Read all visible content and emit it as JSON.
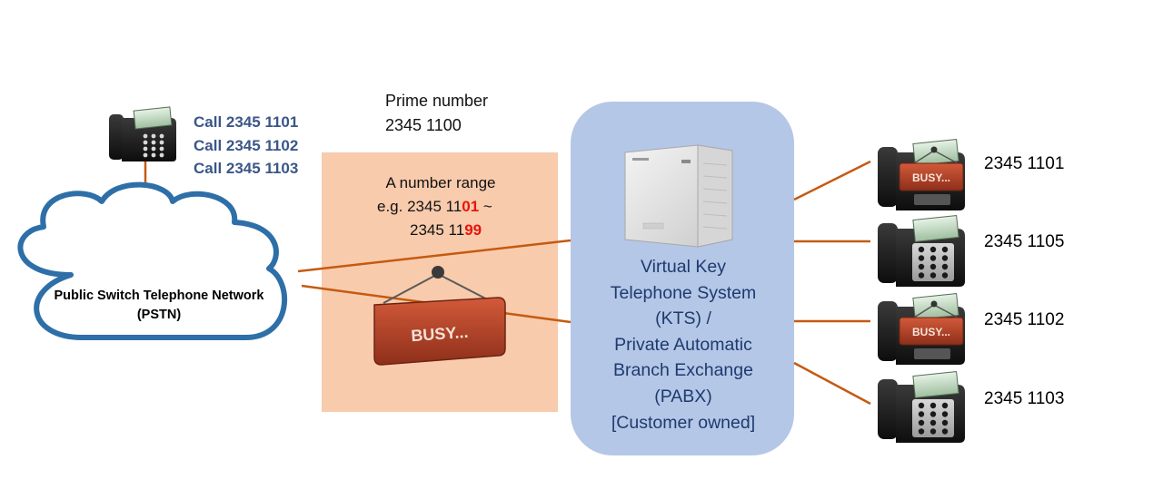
{
  "colors": {
    "call_text": "#3b5687",
    "red_digits": "#e8150c",
    "kts_text": "#1f3a6d",
    "range_box": "#f8cbad",
    "kts_box": "#b4c7e7",
    "line": "#c55a11",
    "cloud_border": "#2e6fa8",
    "busy_sign": "#b8452a"
  },
  "caller": {
    "calls": [
      "Call 2345 1101",
      "Call 2345 1102",
      "Call 2345 1103"
    ]
  },
  "prime": {
    "label": "Prime number",
    "number": "2345 1100"
  },
  "range": {
    "line1": "A number range",
    "line2_prefix": "e.g. 2345 11",
    "line2_red": "01",
    "line2_suffix": " ~",
    "line3_prefix": "2345 11",
    "line3_red": "99",
    "busy_sign_text": "BUSY..."
  },
  "pstn": {
    "line1": "Public Switch Telephone Network",
    "line2": "(PSTN)"
  },
  "kts": {
    "lines": [
      "Virtual Key",
      "Telephone System",
      "(KTS) /",
      "Private Automatic",
      "Branch Exchange",
      "(PABX)",
      "[Customer owned]"
    ]
  },
  "extensions": [
    {
      "number": "2345 1101",
      "busy": true,
      "badge": "BUSY..."
    },
    {
      "number": "2345 1105",
      "busy": false,
      "badge": ""
    },
    {
      "number": "2345 1102",
      "busy": true,
      "badge": "BUSY..."
    },
    {
      "number": "2345 1103",
      "busy": false,
      "badge": ""
    }
  ]
}
